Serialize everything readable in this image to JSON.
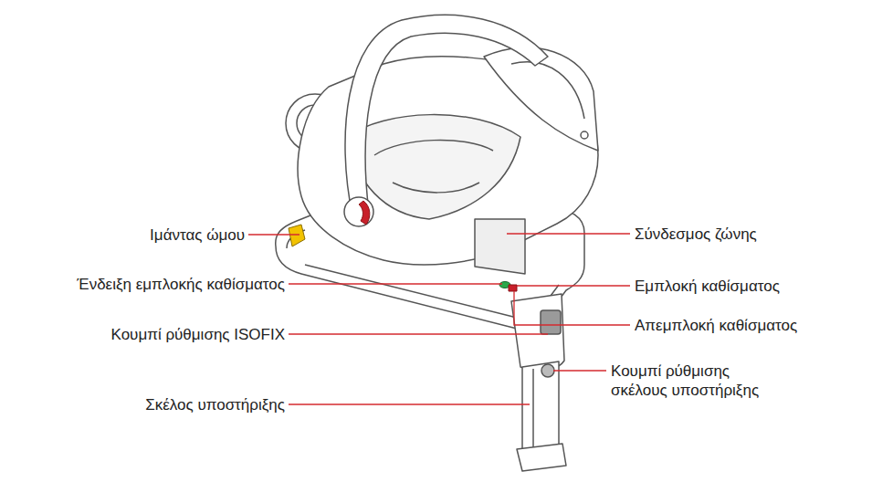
{
  "diagram": {
    "labels": [
      "Ιμάντας ώμου",
      "Σύνδεσμος ζώνης",
      "Ένδειξη εμπλοκής καθίσματος",
      "Εμπλοκή καθίσματος",
      "Απεμπλοκή καθίσματος",
      "Κουμπί ρύθμισης ISOFIX",
      "Κουμπί ρύθμισης σκέλους υποστήριξης",
      "Σκέλος υποστήριξης"
    ]
  }
}
